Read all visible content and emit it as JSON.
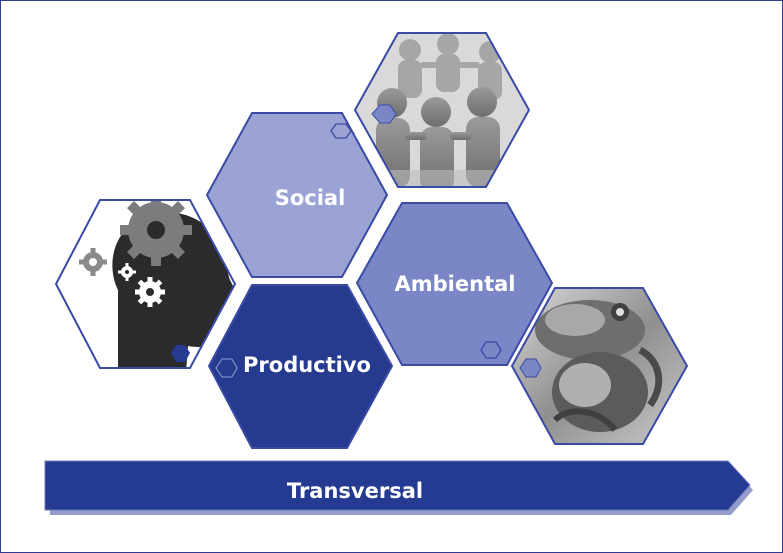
{
  "diagram": {
    "labels": {
      "social": "Social",
      "ambiental": "Ambiental",
      "productivo": "Productivo",
      "transversal": "Transversal"
    },
    "images": {
      "head": "head-with-gears-icon",
      "people": "people-holding-hands-icon",
      "frog": "frog-photo"
    },
    "colors": {
      "frame": "#2f3c8f",
      "social": "#9aa3d4",
      "ambiental": "#7a86c6",
      "productivo": "#263a8f",
      "arrow": "#253b91",
      "arrow_shadow": "#3b4aa0",
      "border": "#3a4aa5"
    }
  }
}
